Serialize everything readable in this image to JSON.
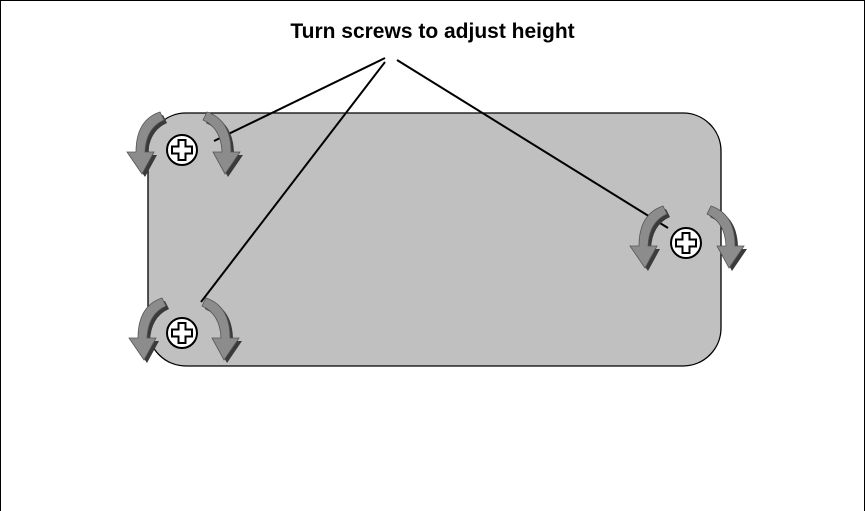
{
  "diagram": {
    "caption": "Turn screws to adjust height",
    "colors": {
      "plate_fill": "#c0c0c0",
      "plate_stroke": "#000000",
      "arrow_fill": "#8c8c8c",
      "arrow_shadow": "#3a3a3a",
      "screw_fill": "#ffffff",
      "leader_line": "#000000"
    },
    "screws": [
      {
        "name": "top-left",
        "icon": "screw-head-icon"
      },
      {
        "name": "bottom-left",
        "icon": "screw-head-icon"
      },
      {
        "name": "right",
        "icon": "screw-head-icon"
      }
    ]
  }
}
